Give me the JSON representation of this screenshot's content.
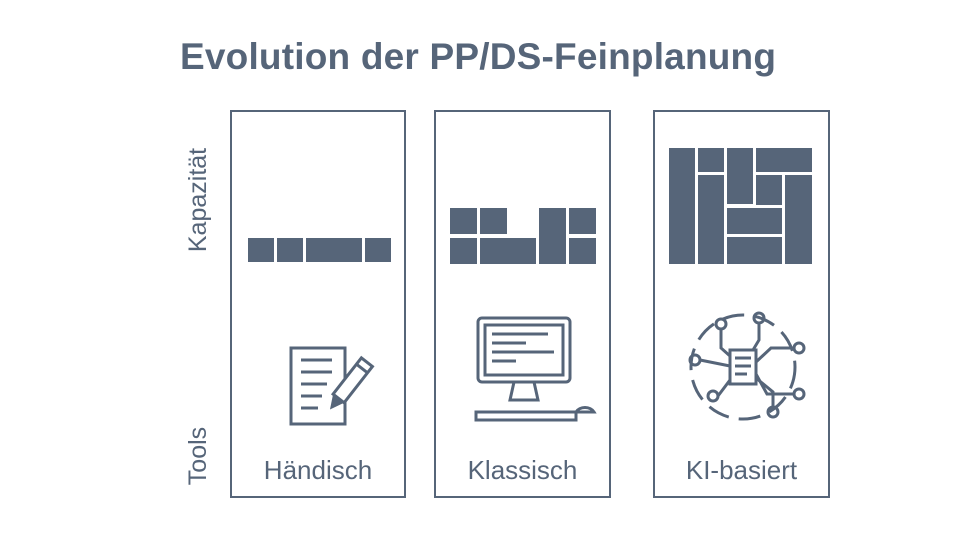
{
  "title": "Evolution der PP/DS-Feinplanung",
  "axis": {
    "capacity": "Kapazität",
    "tools": "Tools"
  },
  "colors": {
    "primary": "#566579",
    "background": "#ffffff"
  },
  "panels": [
    {
      "label": "Händisch",
      "tool_icon": "document-pencil-icon"
    },
    {
      "label": "Klassisch",
      "tool_icon": "computer-monitor-icon"
    },
    {
      "label": "KI-basiert",
      "tool_icon": "ai-circuit-brain-icon"
    }
  ]
}
